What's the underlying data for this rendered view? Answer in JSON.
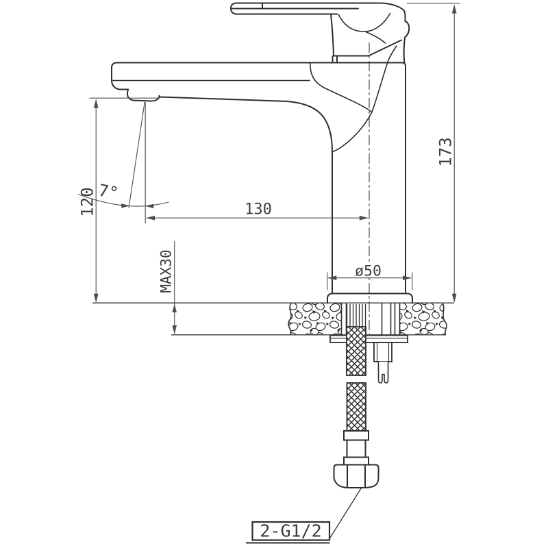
{
  "drawing": {
    "dimensions": {
      "total_height": "173",
      "spout_height": "120",
      "spout_reach": "130",
      "spout_angle": "7°",
      "max_deck_thickness": "MAX30",
      "base_diameter": "ø50"
    },
    "labels": {
      "connection": "2-G1/2"
    },
    "colors": {
      "background": "#ffffff",
      "object_line": "#2d2d2d",
      "dimension_line": "#4c4c4c",
      "text": "#3c3c3c"
    }
  }
}
